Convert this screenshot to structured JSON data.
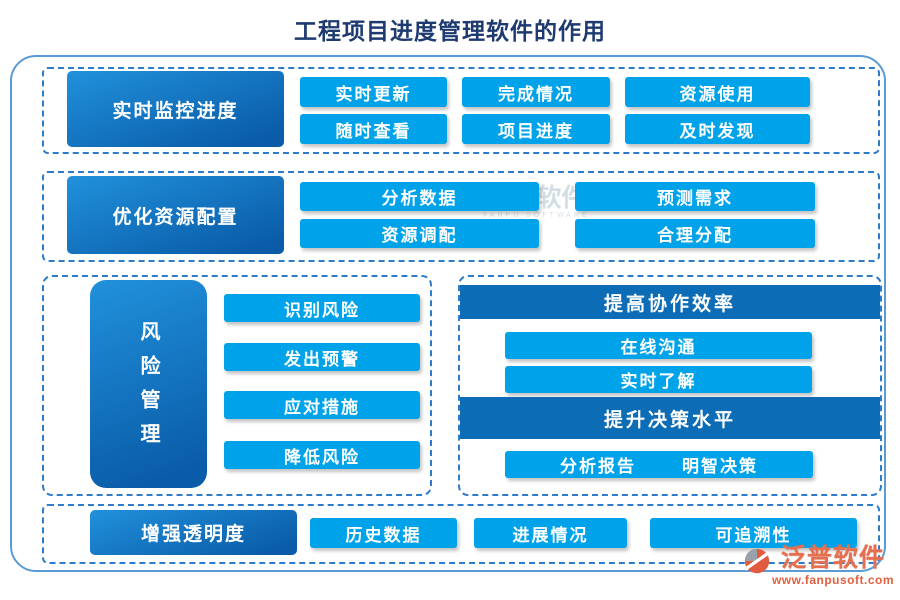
{
  "title": "工程项目进度管理软件的作用",
  "sections": [
    {
      "label": "实时监控进度",
      "buttons": [
        "实时更新",
        "完成情况",
        "资源使用",
        "随时查看",
        "项目进度",
        "及时发现"
      ]
    },
    {
      "label": "优化资源配置",
      "buttons": [
        "分析数据",
        "预测需求",
        "资源调配",
        "合理分配"
      ]
    },
    {
      "label": "风险管理",
      "buttons": [
        "识别风险",
        "发出预警",
        "应对措施",
        "降低风险"
      ]
    },
    {
      "header": "提高协作效率",
      "buttons": [
        "在线沟通",
        "实时了解"
      ]
    },
    {
      "header": "提升决策水平",
      "buttons": [
        "分析报告",
        "明智决策"
      ]
    },
    {
      "label": "增强透明度",
      "buttons": [
        "历史数据",
        "进展情况",
        "可追溯性"
      ]
    }
  ],
  "watermark": {
    "text": "泛普软件",
    "sub": "FANPU SOFTWARE"
  },
  "logo": {
    "name": "泛普软件",
    "url": "www.fanpusoft.com"
  },
  "colors": {
    "title_text": "#1e3a70",
    "category_dark_blue_top": "#2191dc",
    "category_dark_blue_bottom": "#0a5ca8",
    "header_bar_blue": "#0d6cb6",
    "button_light_blue": "#00a3e9",
    "dashed_border_blue": "#2d7ccc",
    "outer_frame_blue": "#5b9bd5",
    "logo_orange": "#e25b40"
  }
}
